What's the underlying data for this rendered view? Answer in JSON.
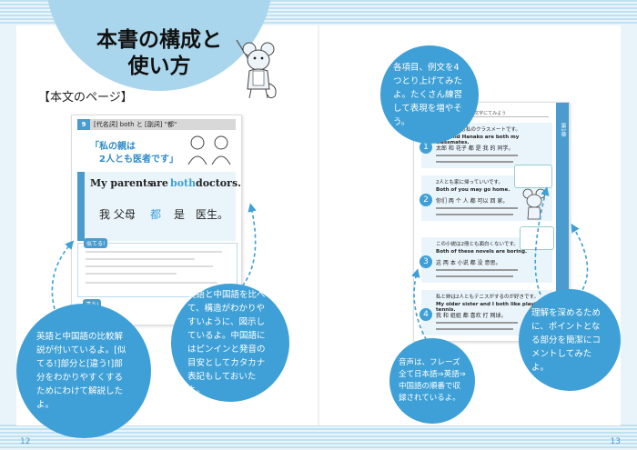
{
  "title_line1": "本書の構成と",
  "title_line2": "使い方",
  "section_label": "【本文のページ】",
  "left_page": {
    "header_num": "9",
    "header_text": "[代名詞] both と [副詞] \"都\"",
    "quote_line1": "「私の親は",
    "quote_line2": "2人とも医者です」",
    "en_words": [
      "My parents",
      "are",
      "both",
      "doctors."
    ],
    "zh_words": [
      "我 父母",
      "都",
      "是",
      "医生。"
    ],
    "note_tag": "似てる!",
    "diff_tag": "違う!"
  },
  "bubbles": {
    "left": "英語と中国語の比較解説が付いているよ。[似てる!]部分と[違う!]部分をわかりやすくするためにわけて解説したよ。",
    "middle": "英語と中国語を比べて、構造がわかりやすいように、図示しているよ。中国語にはピンインと発音の目安としてカタカナ表記もしておいたよ。",
    "top_right": "各項目、例文を4つとり上げてみたよ。たくさん練習して表現を増やそう。",
    "bottom_mid": "音声は、フレーズ全て日本語⇒英語⇒中国語の順番で収録されているよ。",
    "right": "理解を深めるために、ポイントとなる部分を簡潔にコメントしてみたよ。"
  },
  "right_page": {
    "header_text": "主語や中身が決まる・縦2文字にてみよう",
    "side_tab": "第1章",
    "items": [
      {
        "num": "1",
        "jp": "太郎も花子も私のクラスメートです。",
        "en": "Taro and Hanako are both my classmates.",
        "zh": "太郎 和 花子 都 是 我 的 同学。"
      },
      {
        "num": "2",
        "jp": "2人とも家に帰っていいです。",
        "en": "Both of you may go home.",
        "zh": "你们 两 个 人 都 可以 回 家。"
      },
      {
        "num": "3",
        "jp": "この小説は2冊とも面白くないです。",
        "en": "Both of these novels are boring.",
        "zh": "这 两 本 小说 都 没 意思。"
      },
      {
        "num": "4",
        "jp": "私と姉は2人ともテニスがするのが好きです。",
        "en": "My older sister and I both like playing tennis.",
        "zh": "我 和 姐姐 都 喜欢 打 网球。"
      }
    ]
  },
  "page_left": "12",
  "page_right": "13"
}
